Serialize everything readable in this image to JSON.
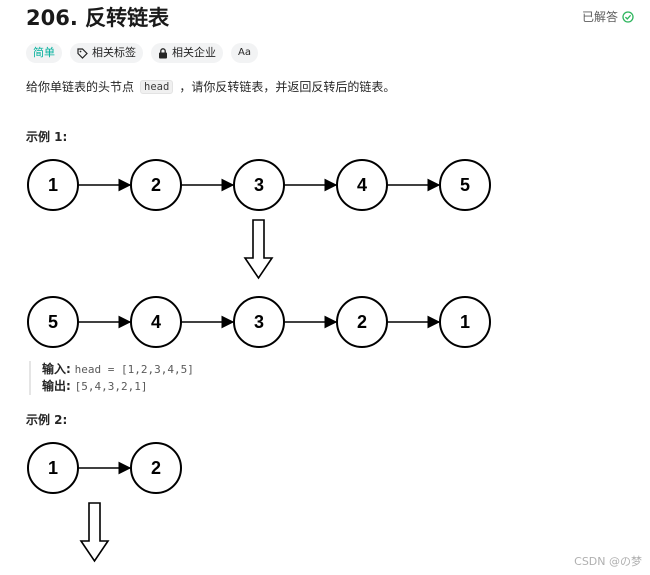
{
  "header": {
    "title": "206. 反转链表",
    "status": "已解答"
  },
  "tags": {
    "difficulty": "简单",
    "topics": "相关标签",
    "companies": "相关企业",
    "font": "Aa"
  },
  "description": {
    "before": "给你单链表的头节点",
    "code": "head",
    "after": "，请你反转链表，并返回反转后的链表。"
  },
  "example1": {
    "title": "示例 1:",
    "input_list": [
      "1",
      "2",
      "3",
      "4",
      "5"
    ],
    "output_list": [
      "5",
      "4",
      "3",
      "2",
      "1"
    ],
    "input_label": "输入:",
    "input_value": "head = [1,2,3,4,5]",
    "output_label": "输出:",
    "output_value": "[5,4,3,2,1]"
  },
  "example2": {
    "title": "示例 2:",
    "input_list": [
      "1",
      "2"
    ]
  },
  "colors": {
    "easy": "#00af9b",
    "solved_check": "#2db55d"
  },
  "watermark": "CSDN @の梦"
}
